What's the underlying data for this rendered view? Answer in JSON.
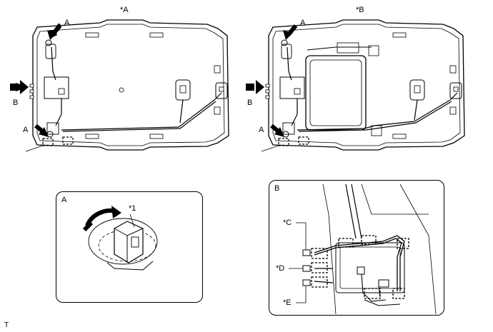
{
  "views": {
    "view_a_title": "*A",
    "view_b_title": "*B"
  },
  "callouts": {
    "a": "A",
    "b": "B"
  },
  "detail_a": {
    "title": "A",
    "part_label": "*1"
  },
  "detail_b": {
    "title": "B",
    "label_c": "*C",
    "label_d": "*D",
    "label_e": "*E"
  },
  "footer": {
    "code": "T"
  },
  "colors": {
    "line": "#000000",
    "background": "#ffffff"
  }
}
